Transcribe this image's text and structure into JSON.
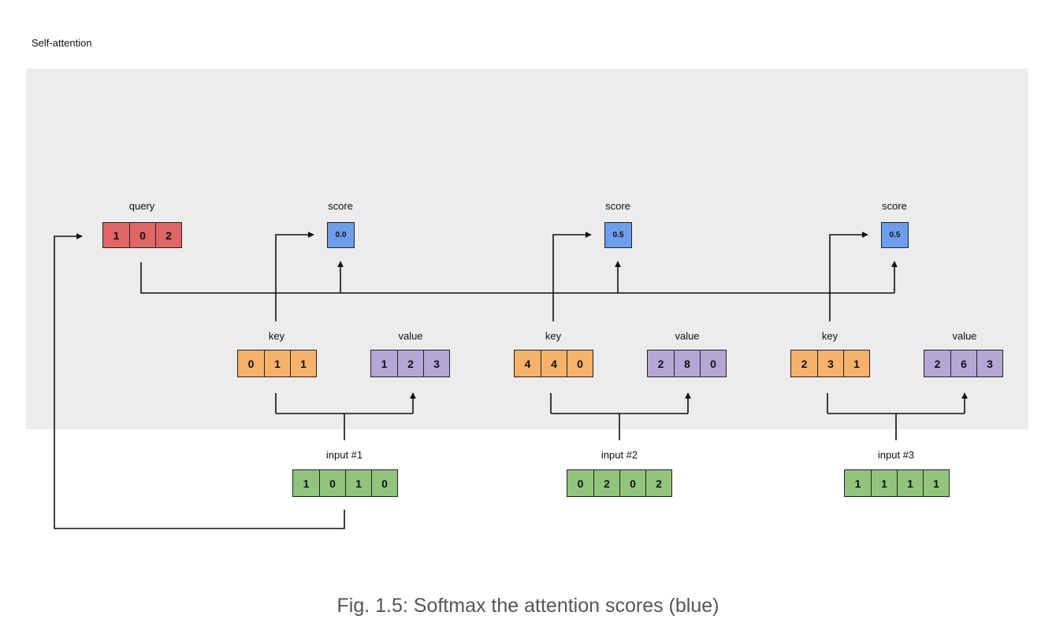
{
  "header": {
    "title": "Self-attention"
  },
  "query": {
    "label": "query",
    "values": [
      "1",
      "0",
      "2"
    ]
  },
  "groups": [
    {
      "score": {
        "label": "score",
        "value": "0.0"
      },
      "key": {
        "label": "key",
        "values": [
          "0",
          "1",
          "1"
        ]
      },
      "value": {
        "label": "value",
        "values": [
          "1",
          "2",
          "3"
        ]
      },
      "input": {
        "label": "input #1",
        "values": [
          "1",
          "0",
          "1",
          "0"
        ]
      }
    },
    {
      "score": {
        "label": "score",
        "value": "0.5"
      },
      "key": {
        "label": "key",
        "values": [
          "4",
          "4",
          "0"
        ]
      },
      "value": {
        "label": "value",
        "values": [
          "2",
          "8",
          "0"
        ]
      },
      "input": {
        "label": "input #2",
        "values": [
          "0",
          "2",
          "0",
          "2"
        ]
      }
    },
    {
      "score": {
        "label": "score",
        "value": "0.5"
      },
      "key": {
        "label": "key",
        "values": [
          "2",
          "3",
          "1"
        ]
      },
      "value": {
        "label": "value",
        "values": [
          "2",
          "6",
          "3"
        ]
      },
      "input": {
        "label": "input #3",
        "values": [
          "1",
          "1",
          "1",
          "1"
        ]
      }
    }
  ],
  "caption": "Fig. 1.5: Softmax the attention scores (blue)"
}
